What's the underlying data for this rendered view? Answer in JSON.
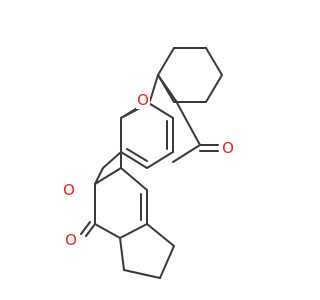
{
  "structure": {
    "atoms": [
      {
        "id": "ring_o",
        "label": "O"
      },
      {
        "id": "carbonyl_o1",
        "label": "O"
      },
      {
        "id": "lactone_o",
        "label": "O"
      },
      {
        "id": "carbonyl_o2",
        "label": "O"
      }
    ],
    "substituent_label": ""
  },
  "colors": {
    "bond": "#3a3a3a",
    "oxygen": "#e8251f",
    "background": "#ffffff"
  }
}
